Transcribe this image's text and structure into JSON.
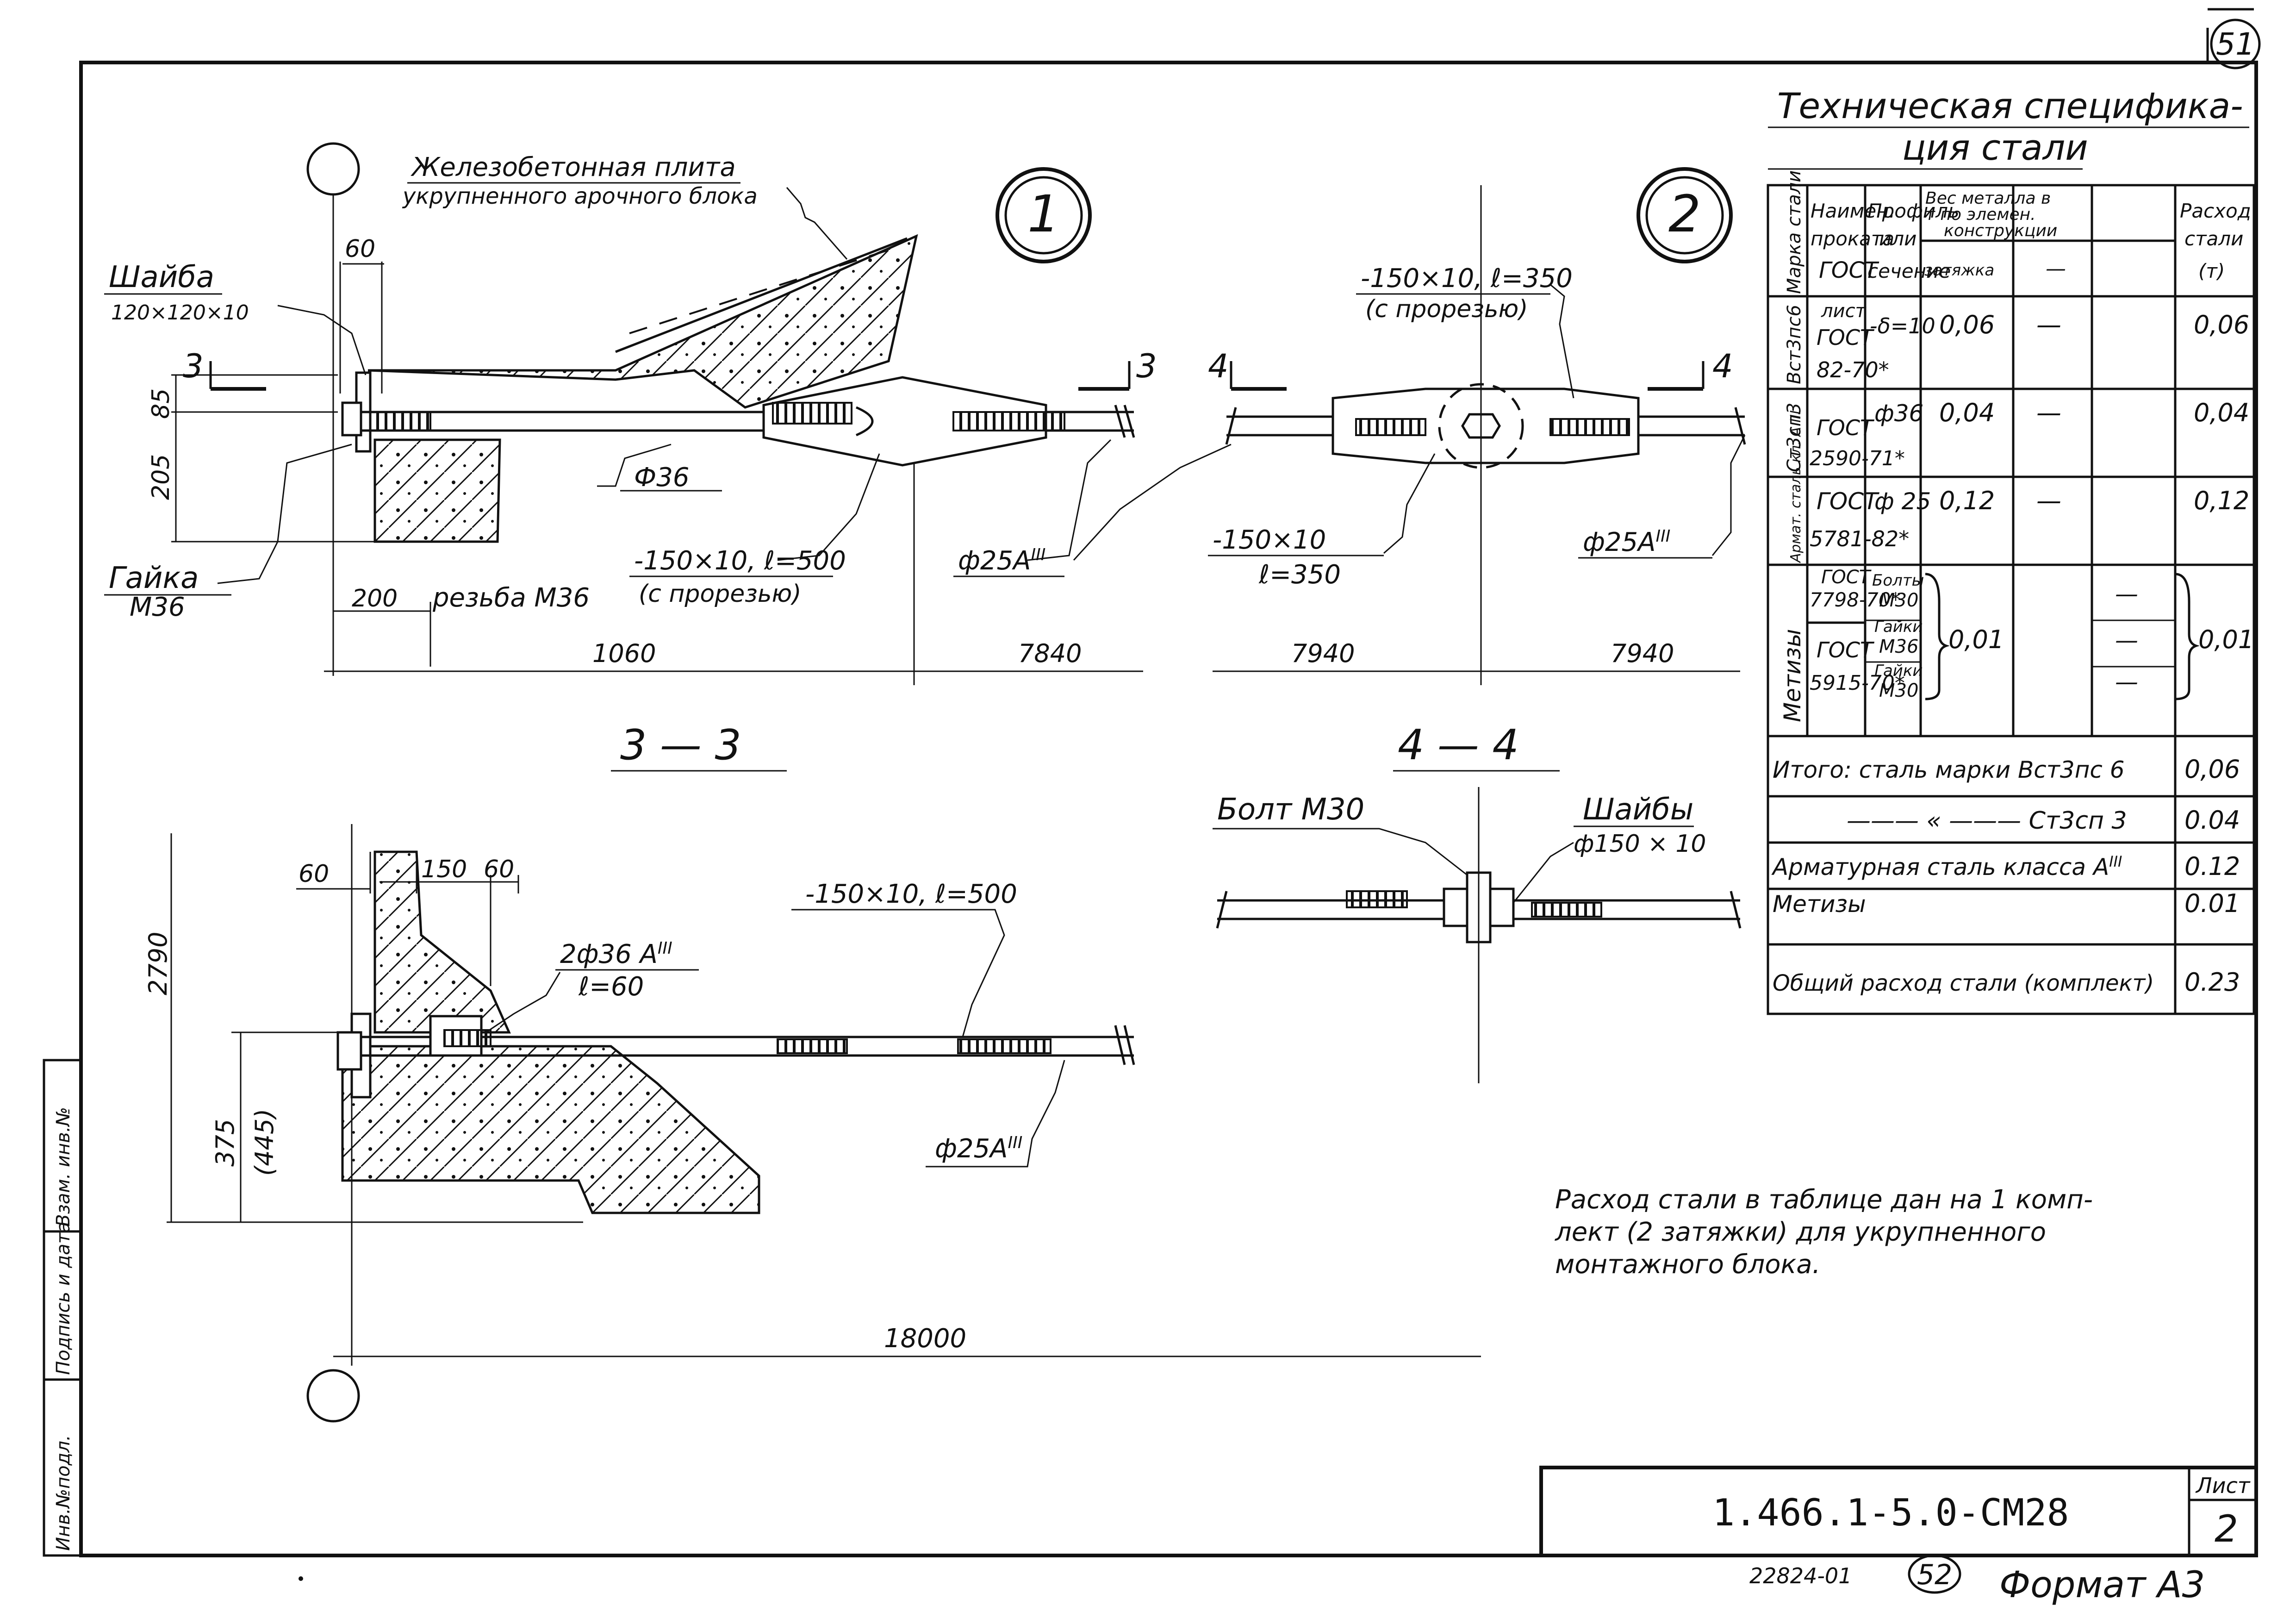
{
  "sheet": {
    "page_number_top": "51",
    "page_number_bottom": "52",
    "doc_code": "1.466.1-5.0-СМ28",
    "sheet_label": "Лист",
    "sheet_number": "2",
    "inventory_no": "22824-01",
    "format": "Формат А3",
    "margin_stamp": [
      "Инв.№подл.",
      "Подпись и дата",
      "Взам. инв.№"
    ]
  },
  "view1": {
    "marker": "1",
    "slab_label_1": "Железобетонная плита",
    "slab_label_2": "укрупненного арочного блока",
    "washer_label_1": "Шайба",
    "washer_label_2": "120×120×10",
    "nut_label_1": "Гайка",
    "nut_label_2": "М36",
    "rod": "Ф36",
    "plate_1": "-150×10, ℓ=500",
    "plate_2": "(с прорезью)",
    "rebar": "ф25А",
    "rebar_cls": "III",
    "thread": "резьба М36",
    "cut_mark": "3",
    "dims": {
      "d60": "60",
      "d85": "85",
      "d205": "205",
      "d200": "200",
      "d1060": "1060",
      "d7840": "7840"
    }
  },
  "view2": {
    "marker": "2",
    "plate_top_1": "-150×10, ℓ=350",
    "plate_top_2": "(с прорезью)",
    "plate_bottom_1": "-150×10",
    "plate_bottom_2": "ℓ=350",
    "rebar": "ф25А",
    "rebar_cls": "III",
    "cut_mark": "4",
    "dims": {
      "left": "7940",
      "right": "7940"
    }
  },
  "section33": {
    "title": "3 — 3",
    "plate": "-150×10, ℓ=500",
    "bar_1": "2ф36 А",
    "bar_cls": "III",
    "bar_2": "ℓ=60",
    "rebar": "ф25А",
    "rebar_cls": "III",
    "dims": {
      "d60a": "60",
      "d150": "150",
      "d60b": "60",
      "d2790": "2790",
      "d375": "375",
      "d445": "(445)",
      "d18000": "18000"
    }
  },
  "section44": {
    "title": "4 — 4",
    "bolt": "Болт М30",
    "washers_1": "Шайбы",
    "washers_2": "ф150 × 10"
  },
  "spec": {
    "title_1": "Техническая специфика-",
    "title_2": "ция       стали",
    "headers": {
      "mark": "Марка стали",
      "name": [
        "Наимен.",
        "проката",
        "ГОСТ"
      ],
      "profile": [
        "Профиль",
        "или",
        "сечение"
      ],
      "weight": [
        "Вес металла в",
        "т по элемен.",
        "конструкции"
      ],
      "tie": "затяжка",
      "dash": "—",
      "total": [
        "Расход",
        "стали",
        "(т)"
      ]
    },
    "rows": [
      {
        "mark": "Вст3пс6",
        "gost": [
          "лист",
          "ГОСТ",
          "82-70*"
        ],
        "profile": "-δ=10",
        "tie": "0,06",
        "other": "—",
        "total": "0,06"
      },
      {
        "mark": "Ст3сп3",
        "gost": [
          "ГОСТ",
          "2590-71*"
        ],
        "profile": "ф36",
        "tie": "0,04",
        "other": "—",
        "total": "0,04"
      },
      {
        "mark": "Армат. сталь кл. А III",
        "gost": [
          "ГОСТ",
          "5781-82*"
        ],
        "profile": "ф 25",
        "tie": "0,12",
        "other": "—",
        "total": "0,12"
      }
    ],
    "metiz": {
      "mark": "Метизы",
      "gost_1": [
        "ГОСТ",
        "7798-70*"
      ],
      "gost_2": [
        "ГОСТ",
        "5915-70*"
      ],
      "items": [
        [
          "Болты",
          "М30"
        ],
        [
          "Гайки",
          "М36"
        ],
        [
          "Гайки",
          "М30"
        ]
      ],
      "tie": "0,01",
      "dash": "—",
      "total": "0,01"
    },
    "summary": [
      {
        "label": "Итого: сталь марки Вст3пс 6",
        "value": "0,06"
      },
      {
        "label": "——— « ——— Ст3сп 3",
        "value": "0.04"
      },
      {
        "label": "Арматурная сталь класса А",
        "cls": "III",
        "value": "0.12"
      },
      {
        "label": "Метизы",
        "value": "0.01"
      },
      {
        "label": "Общий расход стали (комплект)",
        "value": "0.23"
      }
    ]
  },
  "note": [
    "Расход стали в таблице дан на 1 комп-",
    "лект (2 затяжки) для укрупненного",
    "монтажного блока."
  ]
}
